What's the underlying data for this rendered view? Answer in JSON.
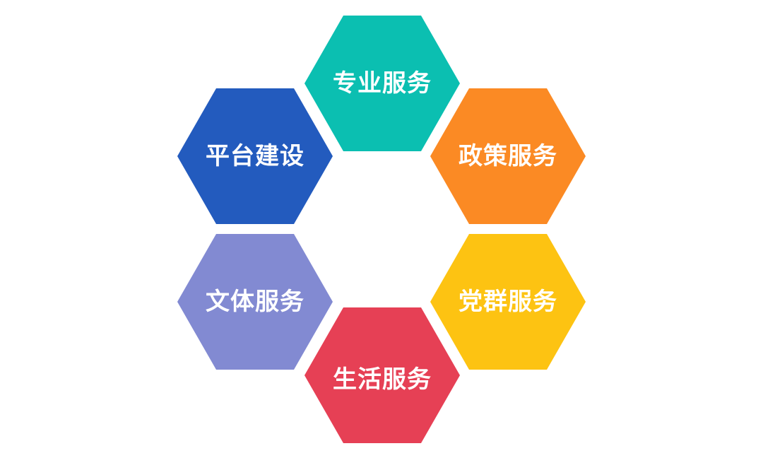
{
  "diagram": {
    "nodes": [
      {
        "id": "professional",
        "label": "专业服务",
        "color": "#0bbfb1"
      },
      {
        "id": "policy",
        "label": "政策服务",
        "color": "#fb8a24"
      },
      {
        "id": "party",
        "label": "党群服务",
        "color": "#fdc312"
      },
      {
        "id": "life",
        "label": "生活服务",
        "color": "#e64055"
      },
      {
        "id": "culture",
        "label": "文体服务",
        "color": "#828ad2"
      },
      {
        "id": "platform",
        "label": "平台建设",
        "color": "#235bbe"
      }
    ]
  }
}
